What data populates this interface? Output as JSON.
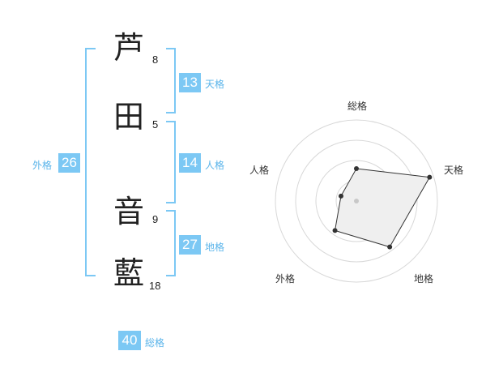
{
  "name_chars": [
    {
      "char": "芦",
      "strokes": "8"
    },
    {
      "char": "田",
      "strokes": "5"
    },
    {
      "char": "音",
      "strokes": "9"
    },
    {
      "char": "藍",
      "strokes": "18"
    }
  ],
  "fortunes": {
    "tenkaku": {
      "value": "13",
      "label": "天格"
    },
    "jinkaku": {
      "value": "14",
      "label": "人格"
    },
    "chikaku": {
      "value": "27",
      "label": "地格"
    },
    "gaikaku": {
      "value": "26",
      "label": "外格"
    },
    "soukaku": {
      "value": "40",
      "label": "総格"
    }
  },
  "colors": {
    "accent": "#7cc8f4",
    "bracket": "#7cc8f4"
  },
  "chart_data": {
    "type": "radar",
    "axes": [
      "総格",
      "天格",
      "地格",
      "外格",
      "人格"
    ],
    "values": [
      0.4,
      0.95,
      0.7,
      0.45,
      0.2
    ],
    "rings": 4,
    "fill": "#efefef"
  }
}
